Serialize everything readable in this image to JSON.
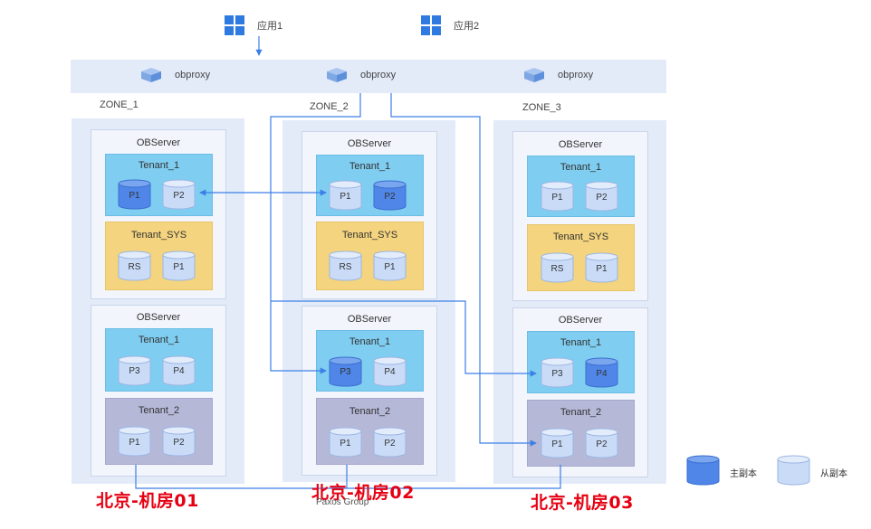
{
  "apps": [
    {
      "label": "应用1"
    },
    {
      "label": "应用2"
    }
  ],
  "proxies": [
    {
      "label": "obproxy"
    },
    {
      "label": "obproxy"
    },
    {
      "label": "obproxy"
    }
  ],
  "zones": [
    {
      "label": "ZONE_1",
      "room": "北京-机房01",
      "servers": [
        {
          "title": "OBServer",
          "tenants": [
            {
              "name": "Tenant_1",
              "color": "blue",
              "partitions": [
                {
                  "label": "P1",
                  "role": "leader"
                },
                {
                  "label": "P2",
                  "role": "follower"
                }
              ]
            },
            {
              "name": "Tenant_SYS",
              "color": "yellow",
              "partitions": [
                {
                  "label": "RS",
                  "role": "follower"
                },
                {
                  "label": "P1",
                  "role": "follower"
                }
              ]
            }
          ]
        },
        {
          "title": "OBServer",
          "tenants": [
            {
              "name": "Tenant_1",
              "color": "blue",
              "partitions": [
                {
                  "label": "P3",
                  "role": "follower"
                },
                {
                  "label": "P4",
                  "role": "follower"
                }
              ]
            },
            {
              "name": "Tenant_2",
              "color": "gray",
              "partitions": [
                {
                  "label": "P1",
                  "role": "follower"
                },
                {
                  "label": "P2",
                  "role": "follower"
                }
              ]
            }
          ]
        }
      ]
    },
    {
      "label": "ZONE_2",
      "room": "北京-机房02",
      "servers": [
        {
          "title": "OBServer",
          "tenants": [
            {
              "name": "Tenant_1",
              "color": "blue",
              "partitions": [
                {
                  "label": "P1",
                  "role": "follower"
                },
                {
                  "label": "P2",
                  "role": "leader"
                }
              ]
            },
            {
              "name": "Tenant_SYS",
              "color": "yellow",
              "partitions": [
                {
                  "label": "RS",
                  "role": "follower"
                },
                {
                  "label": "P1",
                  "role": "follower"
                }
              ]
            }
          ]
        },
        {
          "title": "OBServer",
          "tenants": [
            {
              "name": "Tenant_1",
              "color": "blue",
              "partitions": [
                {
                  "label": "P3",
                  "role": "leader"
                },
                {
                  "label": "P4",
                  "role": "follower"
                }
              ]
            },
            {
              "name": "Tenant_2",
              "color": "gray",
              "partitions": [
                {
                  "label": "P1",
                  "role": "follower"
                },
                {
                  "label": "P2",
                  "role": "follower"
                }
              ]
            }
          ]
        }
      ]
    },
    {
      "label": "ZONE_3",
      "room": "北京-机房03",
      "servers": [
        {
          "title": "OBServer",
          "tenants": [
            {
              "name": "Tenant_1",
              "color": "blue",
              "partitions": [
                {
                  "label": "P1",
                  "role": "follower"
                },
                {
                  "label": "P2",
                  "role": "follower"
                }
              ]
            },
            {
              "name": "Tenant_SYS",
              "color": "yellow",
              "partitions": [
                {
                  "label": "RS",
                  "role": "follower"
                },
                {
                  "label": "P1",
                  "role": "follower"
                }
              ]
            }
          ]
        },
        {
          "title": "OBServer",
          "tenants": [
            {
              "name": "Tenant_1",
              "color": "blue",
              "partitions": [
                {
                  "label": "P3",
                  "role": "follower"
                },
                {
                  "label": "P4",
                  "role": "leader"
                }
              ]
            },
            {
              "name": "Tenant_2",
              "color": "gray",
              "partitions": [
                {
                  "label": "P1",
                  "role": "follower"
                },
                {
                  "label": "P2",
                  "role": "follower"
                }
              ]
            }
          ]
        }
      ]
    }
  ],
  "paxos_label": "Paxos Group",
  "legend": {
    "leader": "主副本",
    "follower": "从副本"
  },
  "colors": {
    "leader": "#4f86e8",
    "follower": "#c9dbf7",
    "line": "#3c7fe6",
    "room": "#e60012"
  }
}
